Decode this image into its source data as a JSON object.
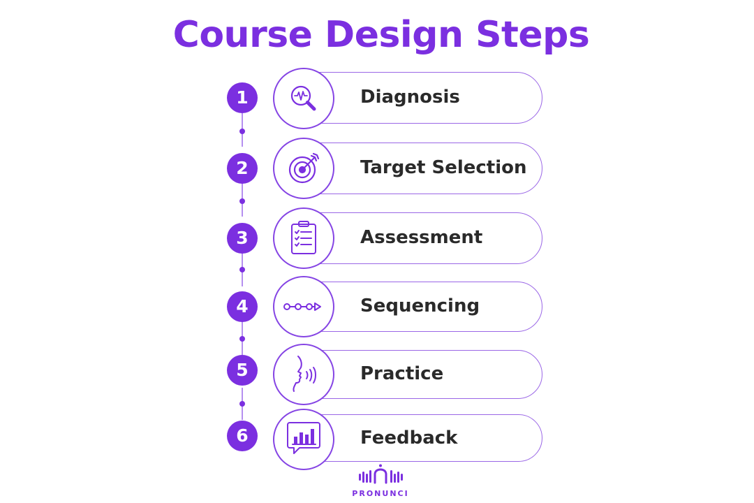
{
  "title": "Course Design Steps",
  "colors": {
    "accent": "#7b2fe0",
    "outline": "#9a66e6",
    "text": "#2a2a2a"
  },
  "steps": [
    {
      "number": "1",
      "label": "Diagnosis",
      "icon": "magnifier-waveform-icon"
    },
    {
      "number": "2",
      "label": "Target Selection",
      "icon": "target-arrow-icon"
    },
    {
      "number": "3",
      "label": "Assessment",
      "icon": "clipboard-checklist-icon"
    },
    {
      "number": "4",
      "label": "Sequencing",
      "icon": "sequence-arrow-icon"
    },
    {
      "number": "5",
      "label": "Practice",
      "icon": "speaking-face-icon"
    },
    {
      "number": "6",
      "label": "Feedback",
      "icon": "bar-chart-bubble-icon"
    }
  ],
  "logo": {
    "text": "PRONUNCI"
  }
}
